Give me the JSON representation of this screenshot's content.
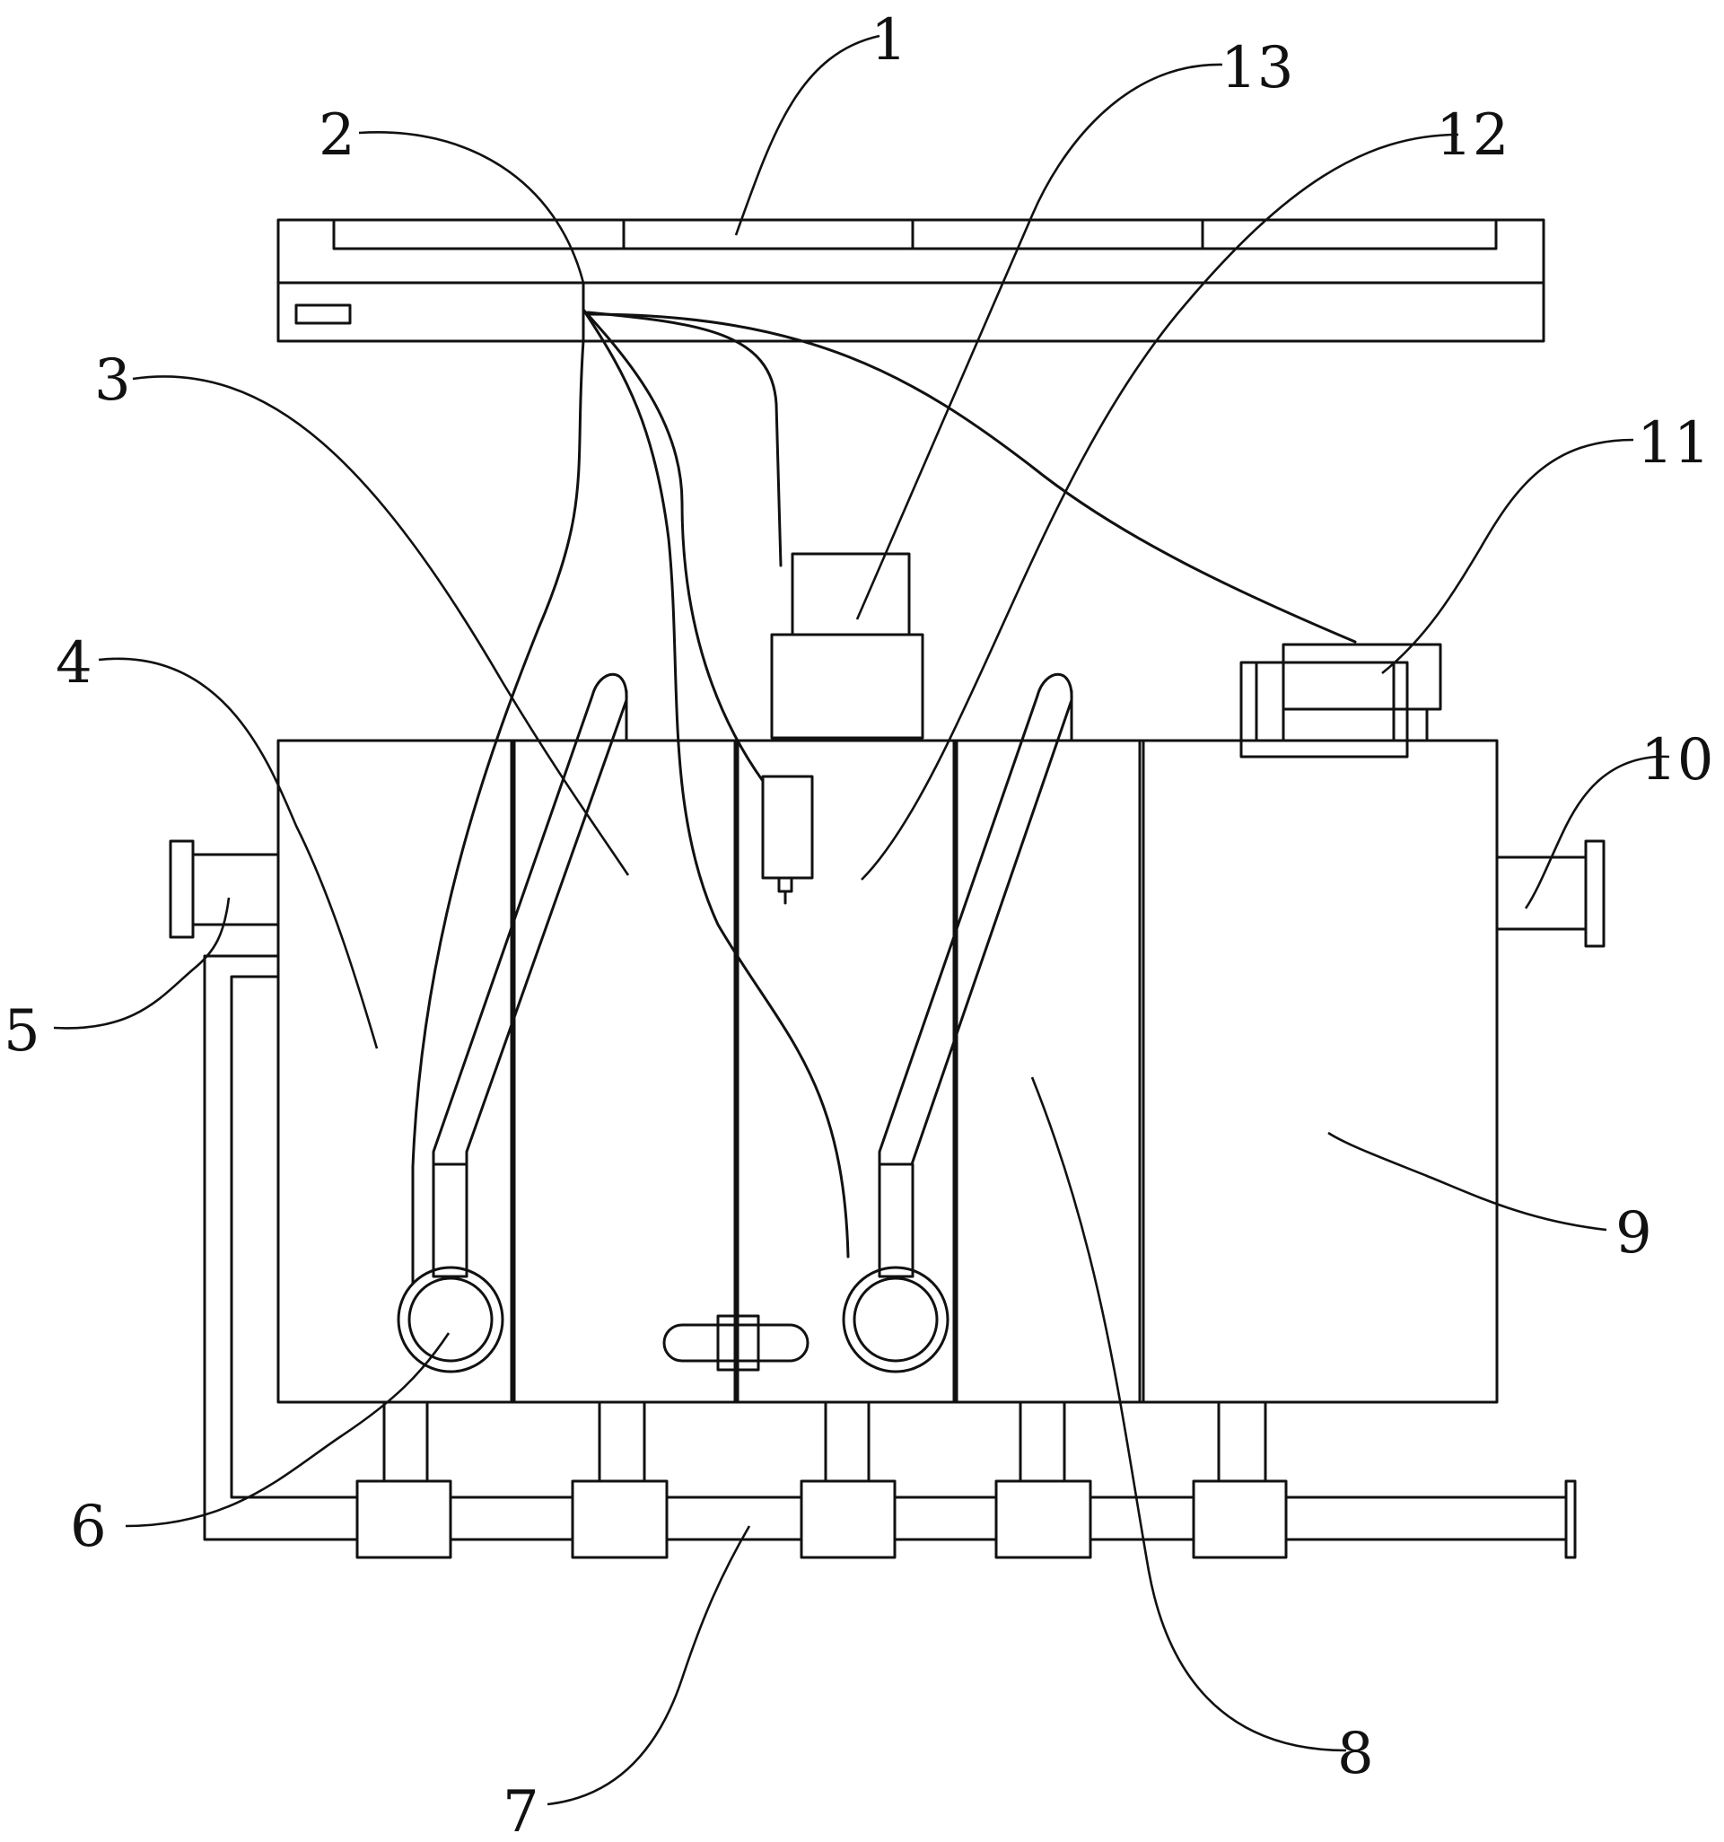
{
  "figure": {
    "labels": [
      {
        "id": "1",
        "text": "1"
      },
      {
        "id": "2",
        "text": "2"
      },
      {
        "id": "3",
        "text": "3"
      },
      {
        "id": "4",
        "text": "4"
      },
      {
        "id": "5",
        "text": "5"
      },
      {
        "id": "6",
        "text": "6"
      },
      {
        "id": "7",
        "text": "7"
      },
      {
        "id": "8",
        "text": "8"
      },
      {
        "id": "9",
        "text": "9"
      },
      {
        "id": "10",
        "text": "10"
      },
      {
        "id": "11",
        "text": "11"
      },
      {
        "id": "12",
        "text": "12"
      },
      {
        "id": "13",
        "text": "13"
      }
    ]
  }
}
